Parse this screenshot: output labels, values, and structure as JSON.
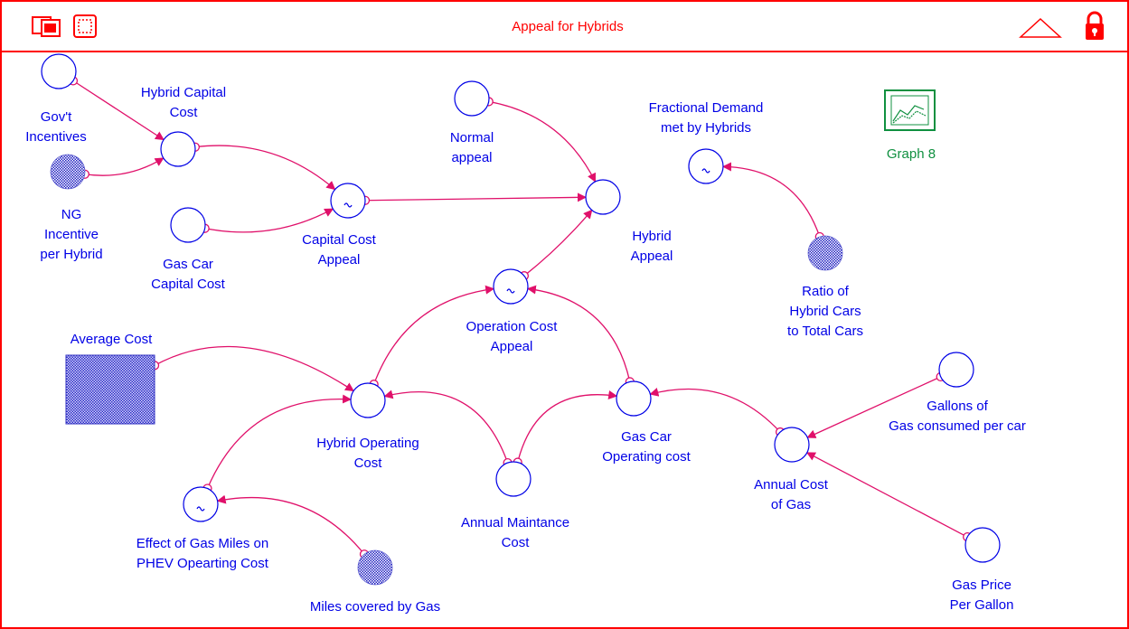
{
  "window": {
    "title": "Appeal for Hybrids",
    "icons": [
      "window-stack-icon",
      "frame-select-icon",
      "collapse-triangle-icon",
      "lock-icon"
    ]
  },
  "graph_pad": {
    "label": "Graph 8"
  },
  "colors": {
    "frame": "#ff0000",
    "node": "#0000e6",
    "label": "#0000e6",
    "connector": "#e0106a",
    "graph": "#109040"
  },
  "nodes": [
    {
      "id": "govt_incentives",
      "kind": "converter",
      "label": [
        "Gov't",
        "Incentives"
      ]
    },
    {
      "id": "hybrid_capital_cost",
      "kind": "converter",
      "label": [
        "Hybrid Capital",
        "Cost"
      ]
    },
    {
      "id": "ng_incentive",
      "kind": "ghost",
      "label": [
        "NG",
        "Incentive",
        "per Hybrid"
      ]
    },
    {
      "id": "gas_car_capital_cost",
      "kind": "converter",
      "label": [
        "Gas Car",
        "Capital Cost"
      ]
    },
    {
      "id": "capital_cost_appeal",
      "kind": "graphical",
      "label": [
        "Capital Cost",
        "Appeal"
      ]
    },
    {
      "id": "normal_appeal",
      "kind": "converter",
      "label": [
        "Normal",
        "appeal"
      ]
    },
    {
      "id": "hybrid_appeal",
      "kind": "converter",
      "label": [
        "Hybrid",
        "Appeal"
      ]
    },
    {
      "id": "fractional_demand",
      "kind": "graphical",
      "label": [
        "Fractional Demand",
        "met by Hybrids"
      ]
    },
    {
      "id": "ratio_hybrid",
      "kind": "ghost",
      "label": [
        "Ratio of",
        "Hybrid Cars",
        "to Total Cars"
      ]
    },
    {
      "id": "operation_cost_appeal",
      "kind": "graphical",
      "label": [
        "Operation Cost",
        "Appeal"
      ]
    },
    {
      "id": "average_cost",
      "kind": "stock",
      "label": [
        "Average Cost"
      ]
    },
    {
      "id": "hybrid_operating_cost",
      "kind": "converter",
      "label": [
        "Hybrid Operating",
        "Cost"
      ]
    },
    {
      "id": "annual_maintenance",
      "kind": "converter",
      "label": [
        "Annual Maintance",
        "Cost"
      ]
    },
    {
      "id": "gas_car_operating_cost",
      "kind": "converter",
      "label": [
        "Gas Car",
        "Operating cost"
      ]
    },
    {
      "id": "annual_cost_gas",
      "kind": "converter",
      "label": [
        "Annual Cost",
        "of Gas"
      ]
    },
    {
      "id": "gallons_gas",
      "kind": "converter",
      "label": [
        "Gallons of",
        "Gas consumed per car"
      ]
    },
    {
      "id": "gas_price",
      "kind": "converter",
      "label": [
        "Gas Price",
        "Per Gallon"
      ]
    },
    {
      "id": "effect_gas_miles",
      "kind": "graphical",
      "label": [
        "Effect of Gas Miles on",
        "PHEV Opearting Cost"
      ]
    },
    {
      "id": "miles_gas",
      "kind": "ghost",
      "label": [
        "Miles covered by Gas"
      ]
    }
  ],
  "connectors": [
    {
      "from": "govt_incentives",
      "to": "hybrid_capital_cost"
    },
    {
      "from": "ng_incentive",
      "to": "hybrid_capital_cost"
    },
    {
      "from": "hybrid_capital_cost",
      "to": "capital_cost_appeal"
    },
    {
      "from": "gas_car_capital_cost",
      "to": "capital_cost_appeal"
    },
    {
      "from": "capital_cost_appeal",
      "to": "hybrid_appeal"
    },
    {
      "from": "normal_appeal",
      "to": "hybrid_appeal"
    },
    {
      "from": "operation_cost_appeal",
      "to": "hybrid_appeal"
    },
    {
      "from": "ratio_hybrid",
      "to": "fractional_demand"
    },
    {
      "from": "hybrid_operating_cost",
      "to": "operation_cost_appeal"
    },
    {
      "from": "gas_car_operating_cost",
      "to": "operation_cost_appeal"
    },
    {
      "from": "average_cost",
      "to": "hybrid_operating_cost"
    },
    {
      "from": "annual_maintenance",
      "to": "hybrid_operating_cost"
    },
    {
      "from": "annual_maintenance",
      "to": "gas_car_operating_cost"
    },
    {
      "from": "annual_cost_gas",
      "to": "gas_car_operating_cost"
    },
    {
      "from": "gallons_gas",
      "to": "annual_cost_gas"
    },
    {
      "from": "gas_price",
      "to": "annual_cost_gas"
    },
    {
      "from": "effect_gas_miles",
      "to": "hybrid_operating_cost"
    },
    {
      "from": "miles_gas",
      "to": "effect_gas_miles"
    }
  ]
}
